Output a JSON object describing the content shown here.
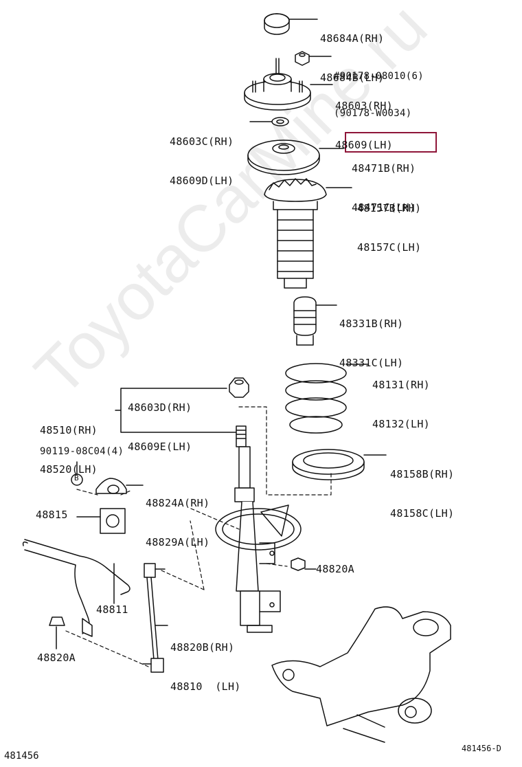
{
  "watermark": "ToyotaCarMine.ru",
  "highlight_color": "#8e1538",
  "parts": {
    "p48684": {
      "rh": "48684A(RH)",
      "lh": "48684B(LH)"
    },
    "p90178": {
      "l1": "#90178-08010(6)",
      "l2": "(90178-W0034)"
    },
    "p48603": {
      "rh": "48603(RH)",
      "lh": "48609(LH)"
    },
    "p48603c": {
      "rh": "48603C(RH)",
      "lh": "48609D(LH)"
    },
    "p48471": {
      "rh": "48471B(RH)",
      "lh": "48471C(LH)"
    },
    "p48157": {
      "rh": "48157B(RH)",
      "lh": "48157C(LH)"
    },
    "p48331": {
      "rh": "48331B(RH)",
      "lh": "48331C(LH)"
    },
    "p48131": {
      "rh": "48131(RH)",
      "lh": "48132(LH)"
    },
    "p48603d": {
      "rh": "48603D(RH)",
      "lh": "48609E(LH)"
    },
    "p48510": {
      "rh": "48510(RH)",
      "lh": "48520(LH)"
    },
    "p48158": {
      "rh": "48158B(RH)",
      "lh": "48158C(LH)"
    },
    "p90119": "90119-08C04(4)",
    "circle_b": "B",
    "p48824": {
      "rh": "48824A(RH)",
      "lh": "48829A(LH)"
    },
    "p48815": "48815",
    "p48820a_right": "48820A",
    "p48811": "48811",
    "p48820b": {
      "rh": "48820B(RH)",
      "lh": "48810  (LH)"
    },
    "p48820a_left": "48820A"
  },
  "footer": {
    "left": "481456",
    "right": "481456-D"
  }
}
